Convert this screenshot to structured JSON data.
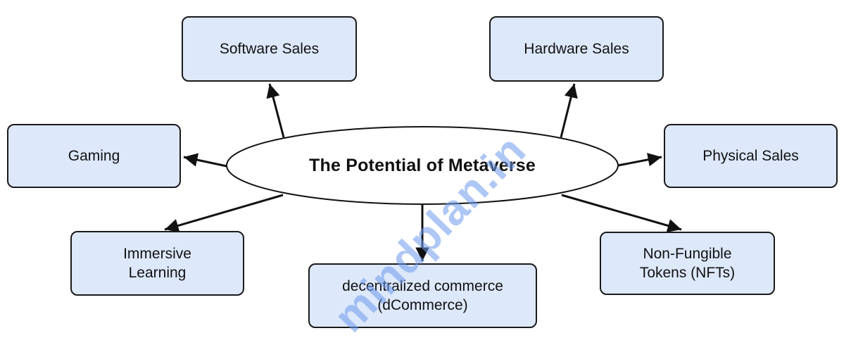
{
  "diagram": {
    "title": "The Potential of Metaverse",
    "watermark": "mindplan.in",
    "nodes": [
      {
        "id": "software-sales",
        "label": "Software Sales"
      },
      {
        "id": "hardware-sales",
        "label": "Hardware Sales"
      },
      {
        "id": "gaming",
        "label": "Gaming"
      },
      {
        "id": "physical-sales",
        "label": "Physical Sales"
      },
      {
        "id": "immersive-learning",
        "label": "Immersive\nLearning"
      },
      {
        "id": "dcommerce",
        "label": "decentralized commerce\n(dCommerce)"
      },
      {
        "id": "nfts",
        "label": "Non-Fungible\nTokens (NFTs)"
      }
    ],
    "edges": [
      {
        "from": "center",
        "to": "software-sales"
      },
      {
        "from": "center",
        "to": "hardware-sales"
      },
      {
        "from": "center",
        "to": "gaming"
      },
      {
        "from": "center",
        "to": "physical-sales"
      },
      {
        "from": "center",
        "to": "immersive-learning"
      },
      {
        "from": "center",
        "to": "dcommerce"
      },
      {
        "from": "center",
        "to": "nfts"
      }
    ],
    "colors": {
      "node_fill": "#dde8fb",
      "node_border": "#1a1a1a",
      "line": "#111111",
      "watermark": "#6d9aee"
    }
  }
}
